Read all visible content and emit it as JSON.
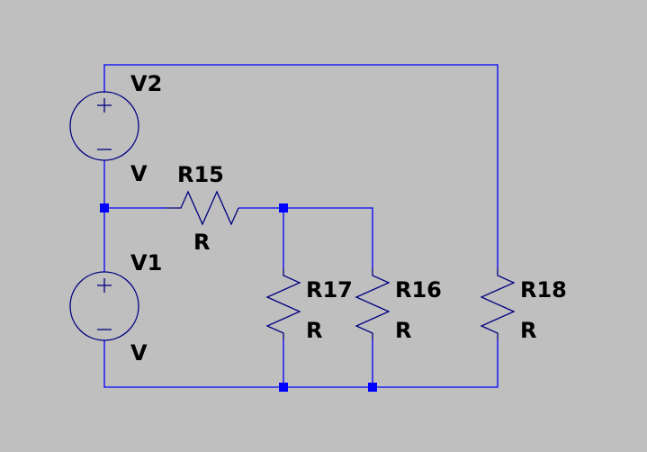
{
  "components": {
    "v2": {
      "name": "V2",
      "value": "V"
    },
    "v1": {
      "name": "V1",
      "value": "V"
    },
    "r15": {
      "name": "R15",
      "value": "R"
    },
    "r17": {
      "name": "R17",
      "value": "R"
    },
    "r16": {
      "name": "R16",
      "value": "R"
    },
    "r18": {
      "name": "R18",
      "value": "R"
    }
  },
  "colors": {
    "background": "#bfbfbf",
    "wire": "#0000ff",
    "component": "#000080",
    "junction": "#0000ff",
    "label": "#000000"
  }
}
